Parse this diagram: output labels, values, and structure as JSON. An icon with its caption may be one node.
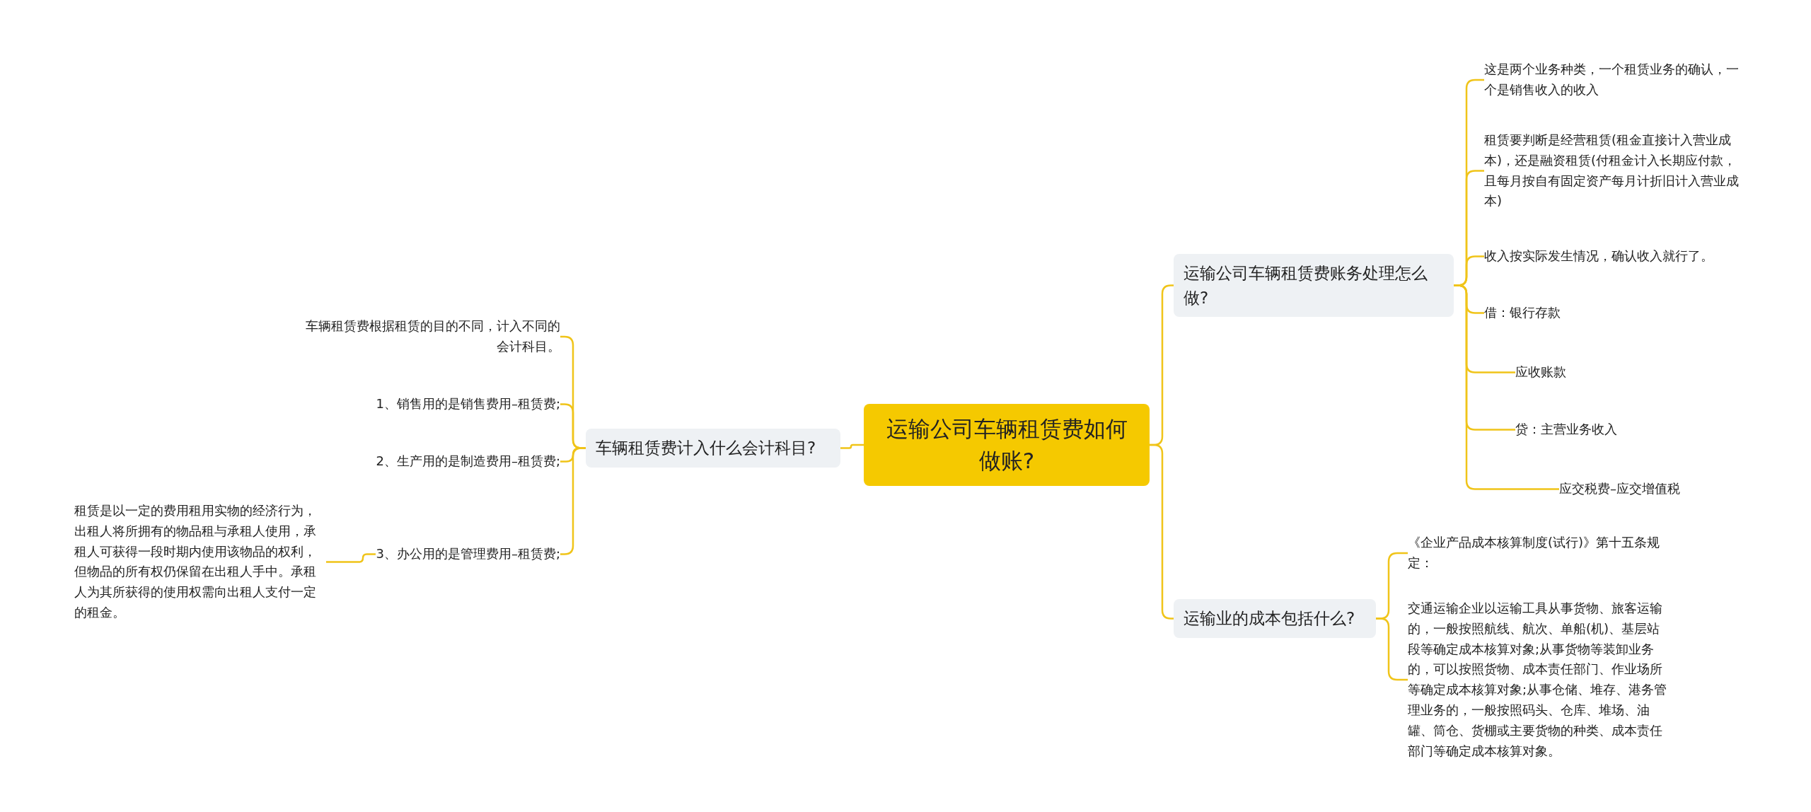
{
  "diagram": {
    "nodes": [
      {
        "text": [
          "运输公司车辆租赁费如何做账?"
        ]
      },
      {
        "text": [
          "车辆租赁费计入什么会计科目?"
        ]
      },
      {
        "text": [
          "车辆租赁费根据租赁的目的不同，计入不同的会计科目。"
        ]
      },
      {
        "text": [
          "1、销售用的是销售费用–租赁费;"
        ]
      },
      {
        "text": [
          "2、生产用的是制造费用–租赁费;"
        ]
      },
      {
        "text": [
          "3、办公用的是管理费用–租赁费;"
        ]
      },
      {
        "text": [
          "租赁是以一定的费用租用实物的经济行为，出租人将所拥有的物品租与承租人使用，承租人可获得一段时期内使用该物品的权利，但物品的所有权仍保留在出租人手中。承租人为其所获得的使用权需向出租人支付一定的租金。"
        ]
      },
      {
        "text": [
          "运输公司车辆租赁费账务处理怎么做?"
        ]
      },
      {
        "text": [
          "这是两个业务种类，一个租赁业务的确认，一个是销售收入的收入"
        ]
      },
      {
        "text": [
          "租赁要判断是经营租赁(租金直接计入营业成本)，还是融资租赁(付租金计入长期应付款，且每月按自有固定资产每月计折旧计入营业成本)"
        ]
      },
      {
        "text": [
          "收入按实际发生情况，确认收入就行了。"
        ]
      },
      {
        "text": [
          "借：银行存款"
        ]
      },
      {
        "text": [
          "应收账款"
        ]
      },
      {
        "text": [
          "贷：主营业务收入"
        ]
      },
      {
        "text": [
          "应交税费–应交增值税"
        ]
      },
      {
        "text": [
          "运输业的成本包括什么?"
        ]
      },
      {
        "text": [
          "《企业产品成本核算制度(试行)》第十五条规定："
        ]
      },
      {
        "text": [
          "交通运输企业以运输工具从事货物、旅客运输的，一般按照航线、航次、单船(机)、基层站段等确定成本核算对象;从事货物等装卸业务的，可以按照货物、成本责任部门、作业场所等确定成本核算对象;从事仓储、堆存、港务管理业务的，一般按照码头、仓库、堆场、油罐、筒仓、货棚或主要货物的种类、成本责任部门等确定成本核算对象。"
        ]
      }
    ],
    "edges": [
      {
        "from": 0,
        "to": 1,
        "arrow": "none"
      },
      {
        "from": 1,
        "to": 2,
        "arrow": "none"
      },
      {
        "from": 1,
        "to": 3,
        "arrow": "none"
      },
      {
        "from": 1,
        "to": 4,
        "arrow": "none"
      },
      {
        "from": 1,
        "to": 5,
        "arrow": "none"
      },
      {
        "from": 5,
        "to": 6,
        "arrow": "none"
      },
      {
        "from": 0,
        "to": 7,
        "arrow": "none"
      },
      {
        "from": 7,
        "to": 8,
        "arrow": "none"
      },
      {
        "from": 7,
        "to": 9,
        "arrow": "none"
      },
      {
        "from": 7,
        "to": 10,
        "arrow": "none"
      },
      {
        "from": 7,
        "to": 11,
        "arrow": "none"
      },
      {
        "from": 7,
        "to": 12,
        "arrow": "none"
      },
      {
        "from": 7,
        "to": 13,
        "arrow": "none"
      },
      {
        "from": 7,
        "to": 14,
        "arrow": "none"
      },
      {
        "from": 0,
        "to": 15,
        "arrow": "none"
      },
      {
        "from": 15,
        "to": 16,
        "arrow": "none"
      },
      {
        "from": 15,
        "to": 17,
        "arrow": "none"
      }
    ]
  }
}
